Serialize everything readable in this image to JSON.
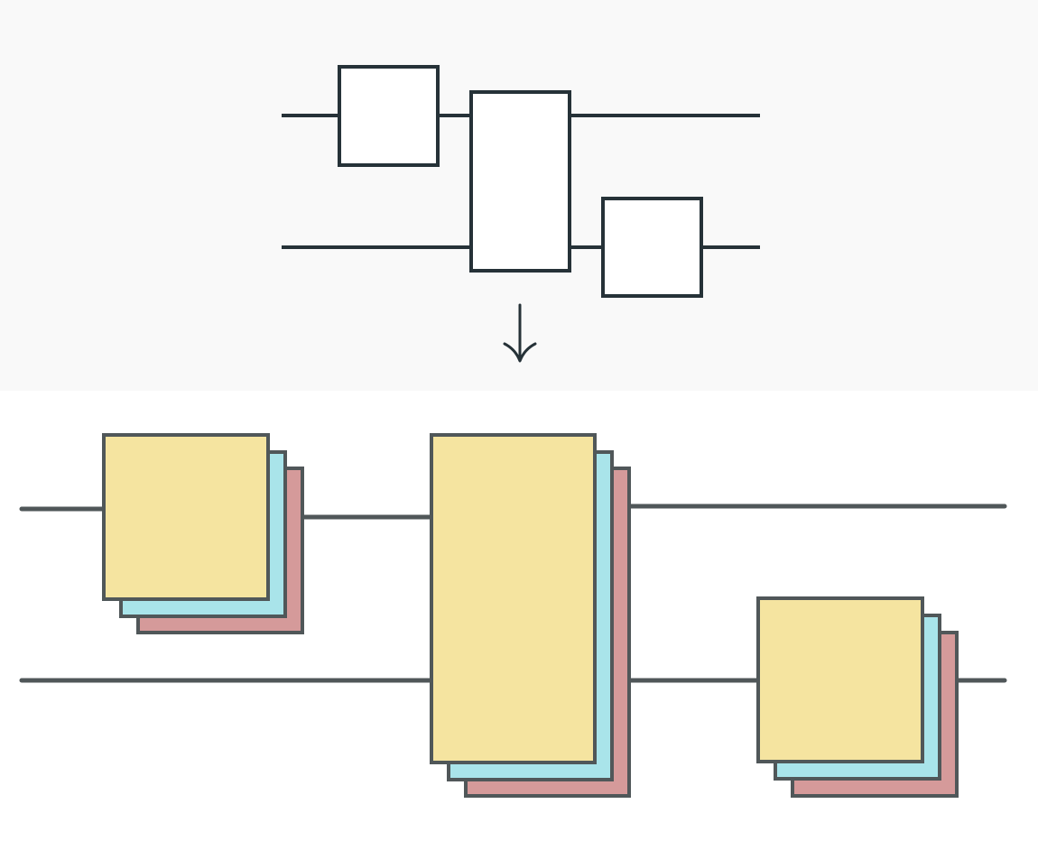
{
  "diagram": {
    "top_panel": {
      "background_color": "#f9f9f9",
      "stroke_color": "#263238",
      "gate_fill": "#ffffff",
      "wire_count": 2,
      "gates": [
        {
          "id": "gate-1",
          "wires": [
            0
          ]
        },
        {
          "id": "gate-2",
          "wires": [
            0,
            1
          ]
        },
        {
          "id": "gate-3",
          "wires": [
            1
          ]
        }
      ]
    },
    "transition": {
      "icon": "arrow-down-icon"
    },
    "bottom_panel": {
      "background_color": "#ffffff",
      "stroke_color": "#505759",
      "wire_count": 2,
      "layer_colors": [
        "#d59a9a",
        "#a9e4ea",
        "#f5e4a0"
      ],
      "layers_per_gate": 3,
      "gates": [
        {
          "id": "gate-1",
          "wires": [
            0
          ]
        },
        {
          "id": "gate-2",
          "wires": [
            0,
            1
          ]
        },
        {
          "id": "gate-3",
          "wires": [
            1
          ]
        }
      ]
    }
  }
}
